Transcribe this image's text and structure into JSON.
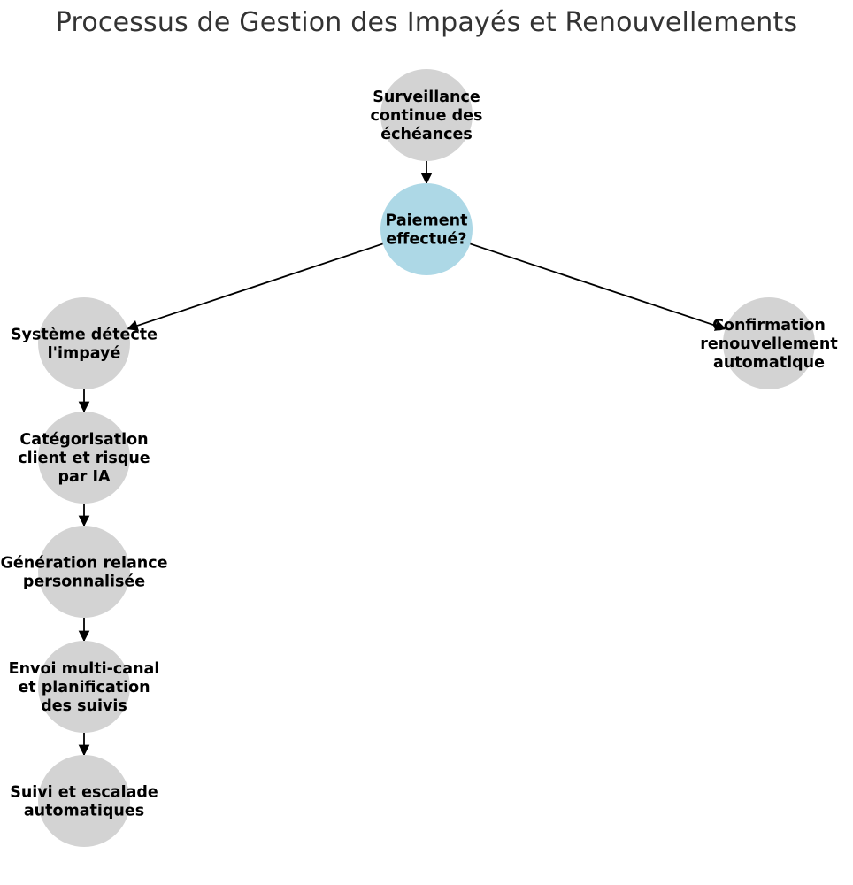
{
  "title": "Processus de Gestion des Impayés et Renouvellements",
  "colors": {
    "node": "#d3d3d3",
    "decision_node": "#add8e6",
    "edge": "#000000",
    "title": "#333333"
  },
  "nodes": [
    {
      "id": "surveillance",
      "kind": "process",
      "lines": [
        "Surveillance",
        "continue des",
        "échéances"
      ]
    },
    {
      "id": "paiement",
      "kind": "decision",
      "lines": [
        "Paiement",
        "effectué?"
      ]
    },
    {
      "id": "detecte",
      "kind": "process",
      "lines": [
        "Système détecte",
        "l'impayé"
      ]
    },
    {
      "id": "confirmation",
      "kind": "process",
      "lines": [
        "Confirmation",
        "renouvellement",
        "automatique"
      ]
    },
    {
      "id": "categorisation",
      "kind": "process",
      "lines": [
        "Catégorisation",
        "client et risque",
        "par IA"
      ]
    },
    {
      "id": "generation",
      "kind": "process",
      "lines": [
        "Génération relance",
        "personnalisée"
      ]
    },
    {
      "id": "envoi",
      "kind": "process",
      "lines": [
        "Envoi multi-canal",
        "et planification",
        "des suivis"
      ]
    },
    {
      "id": "suivi",
      "kind": "process",
      "lines": [
        "Suivi et escalade",
        "automatiques"
      ]
    }
  ],
  "edges": [
    {
      "from": "surveillance",
      "to": "paiement"
    },
    {
      "from": "paiement",
      "to": "detecte"
    },
    {
      "from": "paiement",
      "to": "confirmation"
    },
    {
      "from": "detecte",
      "to": "categorisation"
    },
    {
      "from": "categorisation",
      "to": "generation"
    },
    {
      "from": "generation",
      "to": "envoi"
    },
    {
      "from": "envoi",
      "to": "suivi"
    }
  ]
}
